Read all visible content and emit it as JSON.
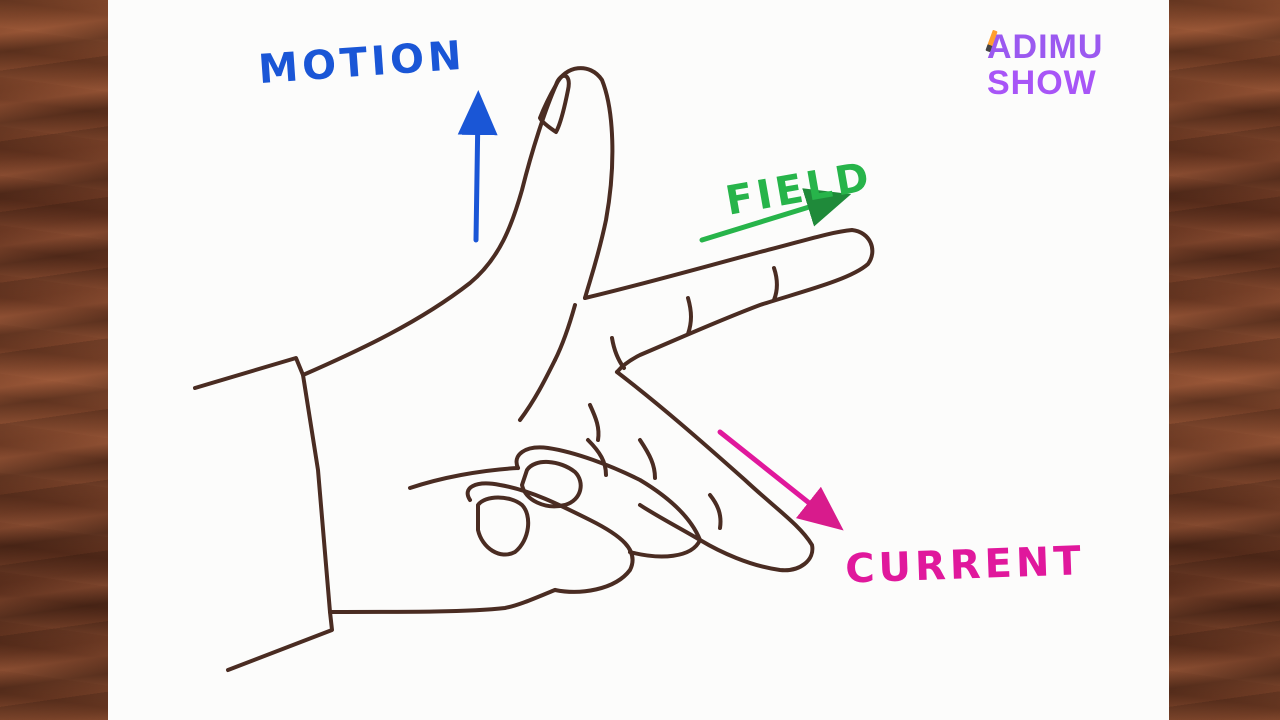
{
  "labels": {
    "motion": "MOTION",
    "field": "FIELD",
    "current": "CURRENT"
  },
  "logo": {
    "line1": "ADIMU",
    "line2": "SHOW"
  },
  "colors": {
    "motion": "#1a56d6",
    "field": "#27b44a",
    "current": "#e0189c",
    "hand_outline": "#4a2c22"
  }
}
